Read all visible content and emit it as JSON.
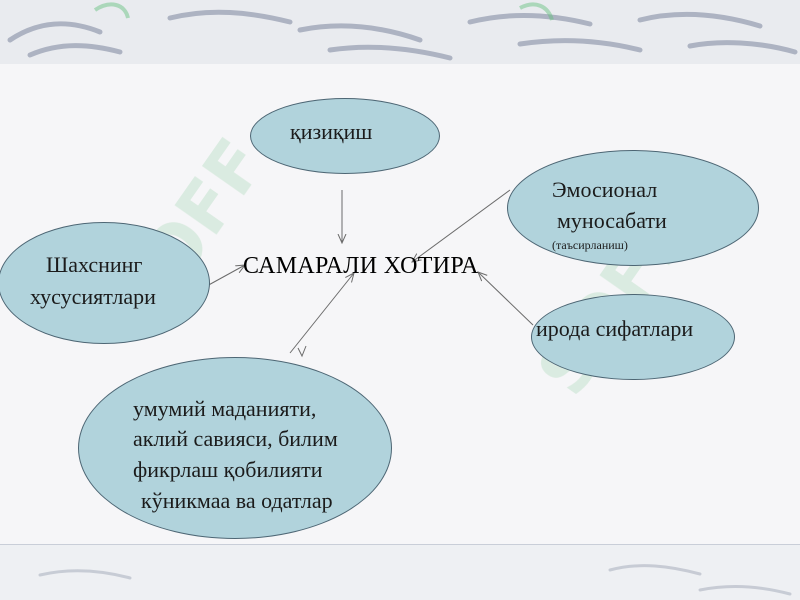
{
  "diagram": {
    "center": {
      "label": "САМАРАЛИ ХОТИРА"
    },
    "nodes": {
      "interest": {
        "label": "қизиқиш"
      },
      "emotional": {
        "line1": "Эмосионал",
        "line2": "муносабати",
        "note": "(таъсирланиш)"
      },
      "personality": {
        "line1": "Шахснинг",
        "line2": "хусусиятлари"
      },
      "will": {
        "label": "ирода сифатлари"
      },
      "culture": {
        "line1": "умумий маданияти,",
        "line2": "аклий савияси, билим",
        "line3": "фикрлаш қобилияти",
        "line4": "кўникмаа ва одатлар"
      }
    }
  },
  "colors": {
    "node_fill": "#b1d3dc",
    "node_border": "#4d6674",
    "arrow": "#6b6b6b",
    "watermark": "#2fa84f"
  },
  "watermark": {
    "text": "SOFF"
  }
}
